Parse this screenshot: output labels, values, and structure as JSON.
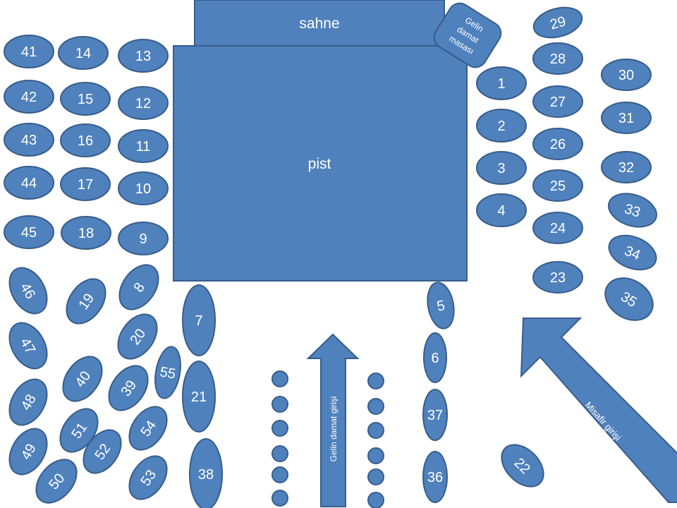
{
  "labels": {
    "stage": "sahne",
    "dance_floor": "pist",
    "bride_groom_table": [
      "Gelin",
      "damat",
      "masası"
    ],
    "bride_groom_entrance": "Gelin damat girişi",
    "guest_entrance": "Misafir girişi"
  },
  "colors": {
    "shape_fill": "#4f81bd",
    "shape_stroke": "#385d8a",
    "text": "#ffffff"
  },
  "tables": [
    "41",
    "42",
    "43",
    "44",
    "45",
    "14",
    "15",
    "16",
    "17",
    "18",
    "13",
    "12",
    "11",
    "10",
    "9",
    "1",
    "2",
    "3",
    "4",
    "29",
    "28",
    "27",
    "26",
    "25",
    "24",
    "23",
    "30",
    "31",
    "32",
    "33",
    "34",
    "35",
    "46",
    "47",
    "48",
    "49",
    "50",
    "19",
    "40",
    "51",
    "52",
    "8",
    "20",
    "39",
    "54",
    "53",
    "55",
    "7",
    "21",
    "38",
    "5",
    "6",
    "37",
    "36",
    "22"
  ],
  "aisle_markers": 12
}
